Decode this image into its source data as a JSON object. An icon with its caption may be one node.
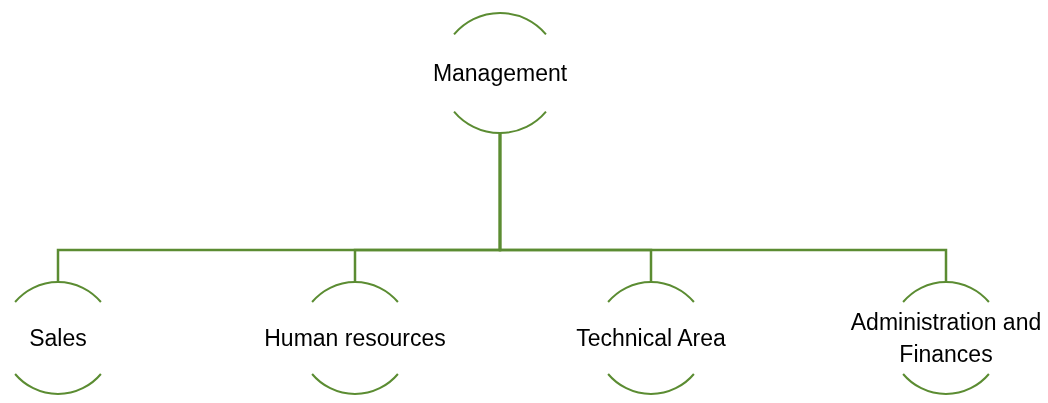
{
  "diagram": {
    "nodes": [
      {
        "text": [
          "Management"
        ]
      },
      {
        "text": [
          "Sales"
        ]
      },
      {
        "text": [
          "Human resources"
        ]
      },
      {
        "text": [
          "Technical Area"
        ]
      },
      {
        "text": [
          "Administration and Finances"
        ]
      }
    ],
    "edges": [
      {
        "from": 0,
        "to": 1,
        "arrow": "none"
      },
      {
        "from": 0,
        "to": 2,
        "arrow": "none"
      },
      {
        "from": 0,
        "to": 3,
        "arrow": "none"
      },
      {
        "from": 0,
        "to": 4,
        "arrow": "none"
      }
    ]
  }
}
